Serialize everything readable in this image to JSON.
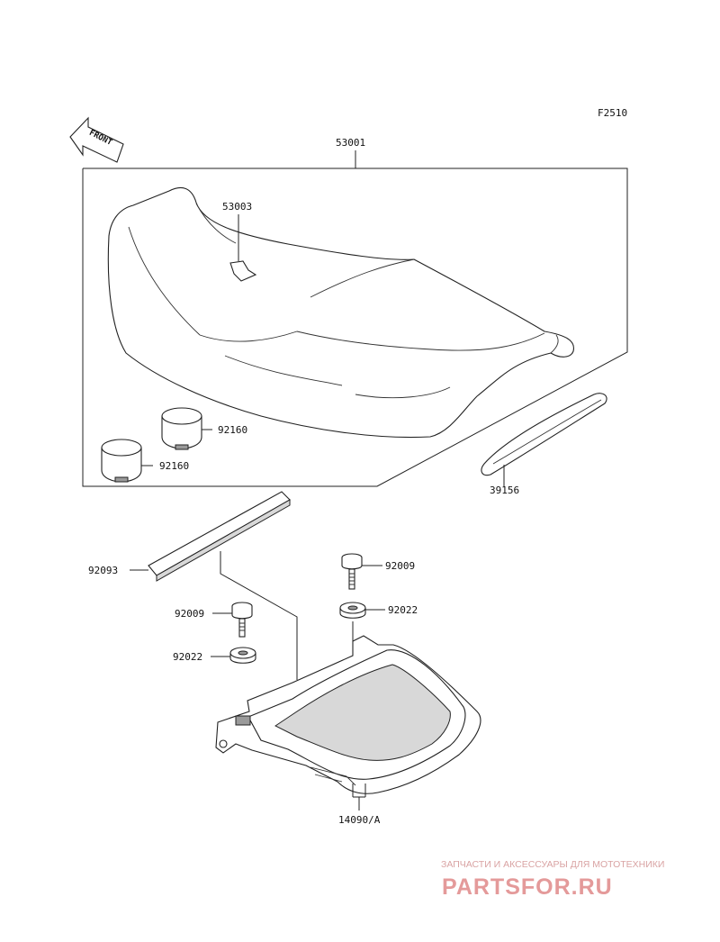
{
  "figure_code": "F2510",
  "front_arrow": {
    "label": "FRONT"
  },
  "parts": [
    {
      "id": "seat_assy",
      "number": "53001"
    },
    {
      "id": "seat_label",
      "number": "53003"
    },
    {
      "id": "damper_upper",
      "number": "92160"
    },
    {
      "id": "damper_lower",
      "number": "92160"
    },
    {
      "id": "seat_strip",
      "number": "39156"
    },
    {
      "id": "rubber_strip",
      "number": "92093"
    },
    {
      "id": "bolt_right",
      "number": "92009"
    },
    {
      "id": "washer_right",
      "number": "92022"
    },
    {
      "id": "bolt_left",
      "number": "92009"
    },
    {
      "id": "washer_left",
      "number": "92022"
    },
    {
      "id": "seat_base",
      "number": "14090/A"
    }
  ],
  "watermark": {
    "caption": "ЗАПЧАСТИ И АКСЕССУАРЫ ДЛЯ МОТОТЕХНИКИ",
    "brand": "PARTSFOR.RU"
  }
}
